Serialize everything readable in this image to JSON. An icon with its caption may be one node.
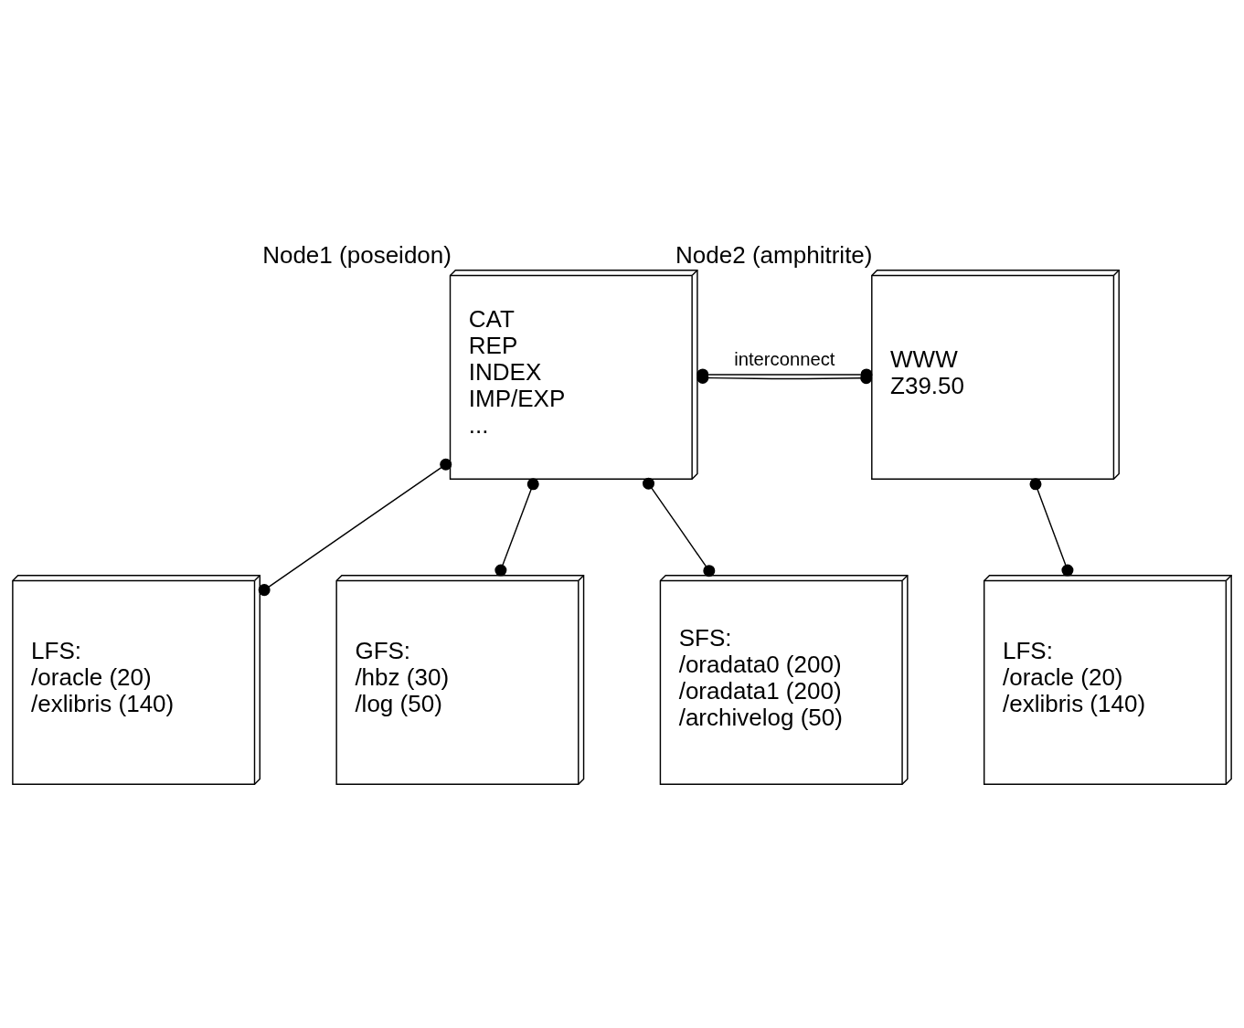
{
  "diagram": {
    "nodes": [
      {
        "text": [
          "Node1 (poseidon)",
          "CAT",
          "REP",
          "INDEX",
          "IMP/EXP",
          "..."
        ]
      },
      {
        "text": [
          "Node2 (amphitrite)",
          "WWW",
          "Z39.50"
        ]
      },
      {
        "text": [
          "LFS:",
          "/oracle (20)",
          "/exlibris (140)"
        ]
      },
      {
        "text": [
          "GFS:",
          "/hbz (30)",
          "/log (50)"
        ]
      },
      {
        "text": [
          "LFS:",
          "/oracle (20)",
          "/exlibris (140)"
        ]
      },
      {
        "text": [
          "SFS:",
          "/oradata0 (200)",
          "/oradata1 (200)",
          "/archivelog (50)"
        ]
      }
    ],
    "edges": [
      {
        "from": 0,
        "to": 1,
        "arrow": "other",
        "label": "interconnect"
      },
      {
        "from": 0,
        "to": 1,
        "arrow": "other"
      },
      {
        "from": 0,
        "to": 2,
        "arrow": "other"
      },
      {
        "from": 0,
        "to": 5,
        "arrow": "other"
      },
      {
        "from": 0,
        "to": 3,
        "arrow": "other"
      },
      {
        "from": 1,
        "to": 4,
        "arrow": "other"
      }
    ]
  }
}
